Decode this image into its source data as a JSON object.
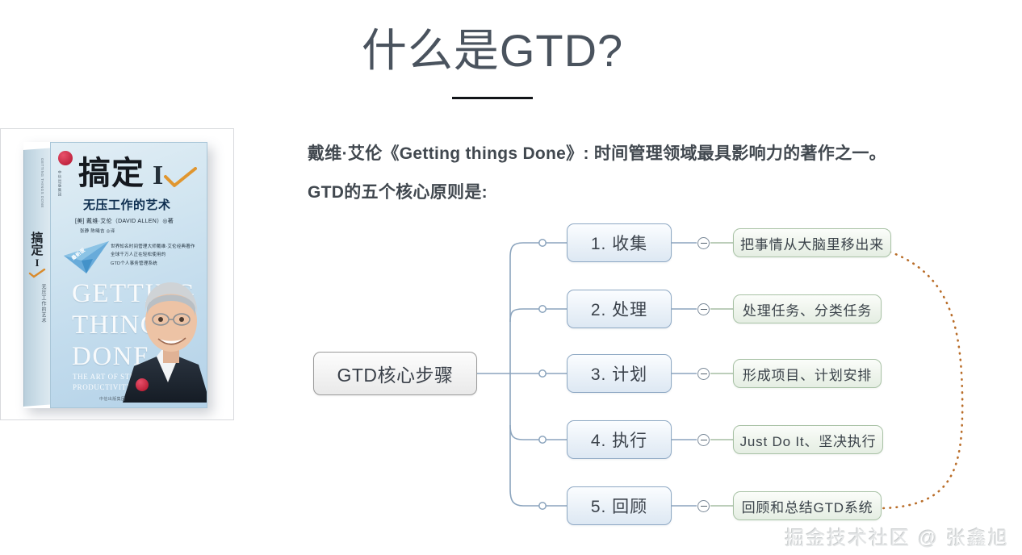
{
  "slide": {
    "title": "什么是GTD?",
    "body_line_1": "戴维·艾伦《Getting things Done》: 时间管理领域最具影响力的著作之一。",
    "body_line_2": "GTD的五个核心原则是:",
    "watermark": "掘金技术社区 @ 张鑫旭"
  },
  "book_cover": {
    "title": "搞定",
    "title_numeral": "I",
    "subtitle": "无压工作的艺术",
    "author": "[美] 戴维·艾伦（DAVID ALLEN）◎著",
    "translator": "张静 陈曦吉 ◎译",
    "ribbon_text": "最新版",
    "blurb_line_1": "世界知名时间管理大师戴维·艾伦经典著作",
    "blurb_line_2": "全球千万人正在轻松使用的",
    "blurb_line_3": "GTD个人事务管理系统",
    "english_title_line_1": "GETTING",
    "english_title_line_2": "THINGS",
    "english_title_line_3": "DONE",
    "english_sub_line_1": "THE ART OF STRESS-FREE",
    "english_sub_line_2": "PRODUCTIVITY",
    "spine_title": "搞定",
    "spine_numeral": "I",
    "spine_subtitle": "无压工作的艺术",
    "spine_top_text": "GETTING THINGS DONE",
    "face_vertical_text": "中信出版集团",
    "publisher_text": "中信出版集团"
  },
  "mindmap": {
    "root": {
      "label": "GTD核心步骤"
    },
    "branches": [
      {
        "step": "1. 收集",
        "detail": "把事情从大脑里移出来",
        "leaf_width": 196
      },
      {
        "step": "2. 处理",
        "detail": "处理任务、分类任务",
        "leaf_width": 184
      },
      {
        "step": "3. 计划",
        "detail": "形成项目、计划安排",
        "leaf_width": 184
      },
      {
        "step": "4. 执行",
        "detail": "Just Do It、坚决执行",
        "leaf_width": 186
      },
      {
        "step": "5. 回顾",
        "detail": "回顾和总结GTD系统",
        "leaf_width": 184
      }
    ],
    "feedback_arrow": {
      "name": "feedback-loop",
      "from": "5. 回顾 / 回顾和总结GTD系统",
      "to": "1. 收集 / 把事情从大脑里移出来",
      "style": "dotted-curve",
      "color": "#b5651d"
    }
  },
  "colors": {
    "title_text": "#4a535e",
    "body_text": "#41484f",
    "underline": "#111418",
    "step_node_border": "#8fa9c4",
    "step_node_fill": "#e7eff8",
    "leaf_node_border": "#a9c2a6",
    "leaf_node_fill": "#ecf3ea",
    "root_node_border": "#9a9a9a",
    "root_node_fill": "#f2f2f2",
    "connector": "#8ba4bd",
    "accent_orange": "#b5651d",
    "watermark": "#e3e5e6",
    "background": "#ffffff"
  }
}
